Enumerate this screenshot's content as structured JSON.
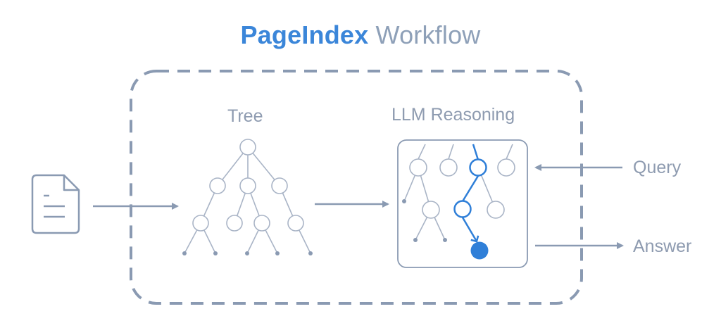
{
  "title": {
    "brand": "PageIndex",
    "rest": "Workflow"
  },
  "labels": {
    "tree": "Tree",
    "reasoning": "LLM Reasoning",
    "query": "Query",
    "answer": "Answer"
  },
  "colors": {
    "line": "#8a9ab2",
    "node": "#a9b4c6",
    "accent": "#2f7fd8",
    "title_brand": "#3b86d9",
    "title_rest": "#8ea0b8",
    "frame": "#8a9ab2"
  },
  "icons": {
    "document": "document-icon"
  }
}
